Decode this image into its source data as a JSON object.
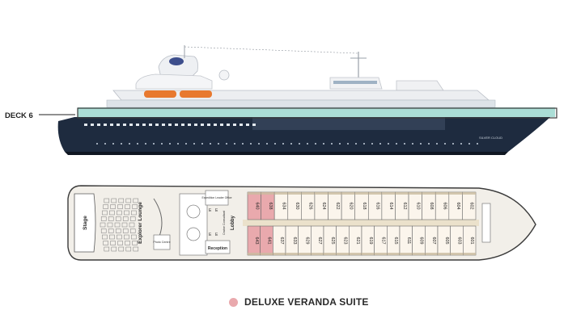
{
  "deck_label": "DECK 6",
  "ship_name_text": "SILVER CLOUD",
  "plan_labels": {
    "stage": "Stage",
    "explorer_lounge": "Explorer Lounge",
    "expedition_office": "Expedition Leader Office",
    "lobby": "Lobby",
    "cruise_consultant": "Cruise Consultant",
    "reception": "Reception",
    "photo_center": "Photo Centre"
  },
  "suites_top": [
    {
      "num": "640",
      "deluxe": true
    },
    {
      "num": "638",
      "deluxe": true
    },
    {
      "num": "634",
      "deluxe": false
    },
    {
      "num": "630",
      "deluxe": false
    },
    {
      "num": "626",
      "deluxe": false
    },
    {
      "num": "624",
      "deluxe": false
    },
    {
      "num": "622",
      "deluxe": false
    },
    {
      "num": "620",
      "deluxe": false
    },
    {
      "num": "618",
      "deluxe": false
    },
    {
      "num": "616",
      "deluxe": false
    },
    {
      "num": "614",
      "deluxe": false
    },
    {
      "num": "612",
      "deluxe": false
    },
    {
      "num": "610",
      "deluxe": false
    },
    {
      "num": "608",
      "deluxe": false
    },
    {
      "num": "606",
      "deluxe": false
    },
    {
      "num": "604",
      "deluxe": false
    },
    {
      "num": "602",
      "deluxe": false
    }
  ],
  "suites_bottom": [
    {
      "num": "643",
      "deluxe": true
    },
    {
      "num": "641",
      "deluxe": true
    },
    {
      "num": "637",
      "deluxe": false
    },
    {
      "num": "633",
      "deluxe": false
    },
    {
      "num": "629",
      "deluxe": false
    },
    {
      "num": "627",
      "deluxe": false
    },
    {
      "num": "625",
      "deluxe": false
    },
    {
      "num": "623",
      "deluxe": false
    },
    {
      "num": "621",
      "deluxe": false
    },
    {
      "num": "619",
      "deluxe": false
    },
    {
      "num": "617",
      "deluxe": false
    },
    {
      "num": "615",
      "deluxe": false
    },
    {
      "num": "611",
      "deluxe": false
    },
    {
      "num": "609",
      "deluxe": false
    },
    {
      "num": "607",
      "deluxe": false
    },
    {
      "num": "605",
      "deluxe": false
    },
    {
      "num": "603",
      "deluxe": false
    },
    {
      "num": "601",
      "deluxe": false
    }
  ],
  "legend": {
    "label": "DELUXE VERANDA SUITE",
    "color": "#e9a9ad"
  },
  "colors": {
    "hull": "#1e2b3f",
    "deck_band": "#8fd3c8",
    "deck_outline": "#3a3a3a",
    "plan_fill": "#f2efe9",
    "suite_fill": "#fbf5ec",
    "deluxe_fill": "#e9a9ad",
    "corridor": "#e6d7b8"
  }
}
